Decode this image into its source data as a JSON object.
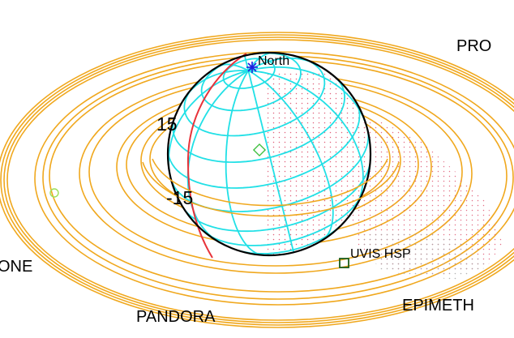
{
  "moon_labels": {
    "pandora": "PANDORA",
    "epimetheus": "EPIMETH",
    "prometheus": "PRO",
    "left_moon": "ONE"
  },
  "planet_labels": {
    "north": "North",
    "lat_upper": "15",
    "lat_lower": "-15"
  },
  "instrument_label": "UVIS HSP",
  "colors": {
    "rings": "#f0a81e",
    "grid": "#21e0e6",
    "limb": "#000000",
    "terminator": "#e8333a",
    "north_marker": "#1e1ee0",
    "subpoint_marker": "#40c040",
    "instrument_marker": "#1a5c1a",
    "stars": "#e0607a",
    "moon_marker": "#9de05a"
  },
  "icons": {
    "north_marker": "asterisk-star",
    "subpoint_marker": "diamond",
    "instrument_marker": "square",
    "moon_marker": "circle"
  }
}
